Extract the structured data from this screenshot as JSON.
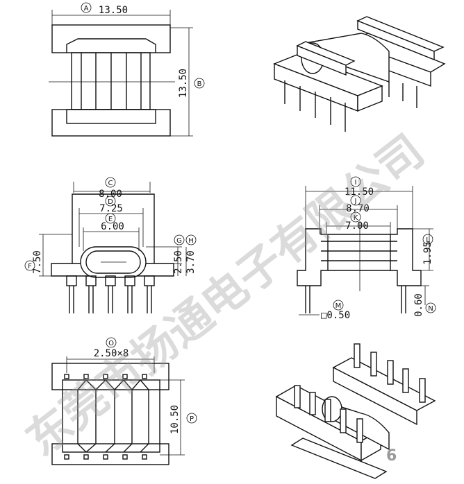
{
  "dimensions": {
    "A": {
      "letter": "A",
      "value": "13.50"
    },
    "B": {
      "letter": "B",
      "value": "13.50"
    },
    "C": {
      "letter": "C",
      "value": "8.00"
    },
    "D": {
      "letter": "D",
      "value": "7.25"
    },
    "E": {
      "letter": "E",
      "value": "6.00"
    },
    "F": {
      "letter": "F",
      "value": "7.50"
    },
    "G": {
      "letter": "G",
      "value": "2.50"
    },
    "H": {
      "letter": "H",
      "value": "3.70"
    },
    "I": {
      "letter": "I",
      "value": "11.50"
    },
    "J": {
      "letter": "J",
      "value": "8.70"
    },
    "K": {
      "letter": "K",
      "value": "7.00"
    },
    "L": {
      "letter": "L",
      "value": "1.95"
    },
    "M": {
      "letter": "M",
      "value": "□0.50"
    },
    "N": {
      "letter": "N",
      "value": "0.60"
    },
    "O": {
      "letter": "O",
      "value": "2.50×8"
    },
    "P": {
      "letter": "P",
      "value": "10.50"
    }
  },
  "watermark": "东莞市扬通电子有限公司",
  "page_number": "6"
}
